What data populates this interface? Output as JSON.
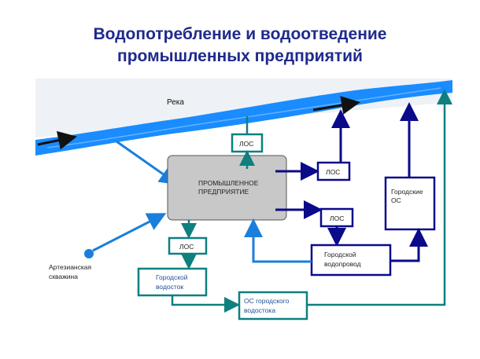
{
  "title": {
    "line1": "Водопотребление и водоотведение",
    "line2": "промышленных предприятий"
  },
  "labels": {
    "river": "Река",
    "plant_line1": "ПРОМЫШЛЕННОЕ",
    "plant_line2": "ПРЕДПРИЯТИЕ",
    "los": "ЛОС",
    "city_os_line1": "Городские",
    "city_os_line2": "ОС",
    "water_supply_line1": "Городской",
    "water_supply_line2": "водопровод",
    "well_line1": "Артезианская",
    "well_line2": "скважина",
    "sewer_line1": "Городской",
    "sewer_line2": "водосток",
    "sewer_os_line1": "ОС городского",
    "sewer_os_line2": "водостока"
  },
  "colors": {
    "title": "#1f2a8c",
    "river": "#1a8cff",
    "navy": "#0a0a8a",
    "teal": "#0f7f80",
    "light_blue": "#1a7fdc",
    "plant_fill": "#c8c8c8"
  }
}
